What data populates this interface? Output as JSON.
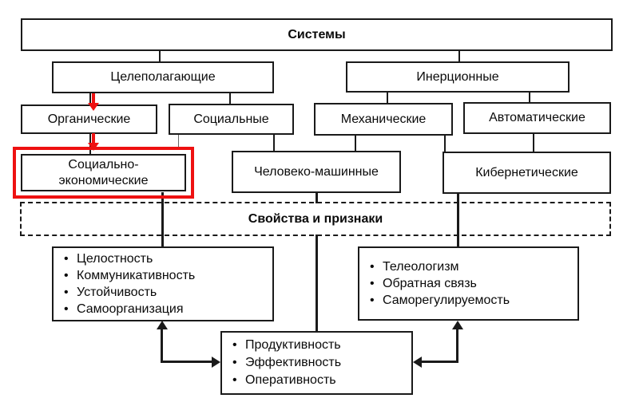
{
  "colors": {
    "accent-red": "#ee1111",
    "line": "#1a1a1a",
    "text": "#0a0a0a",
    "page-bg": "#ffffff"
  },
  "bullet": "•",
  "nodes": {
    "systems": "Системы",
    "goal_oriented": "Целеполагающие",
    "inertial": "Инерционные",
    "organic": "Органические",
    "social": "Социальные",
    "mechanical": "Механические",
    "automatic": "Автоматические",
    "socio_economic": "Социально-экономические",
    "human_machine": "Человеко-машинные",
    "cybernetic": "Кибернетические",
    "properties_header": "Свойства и признаки"
  },
  "lists": {
    "goal_properties": [
      "Целостность",
      "Коммуникативность",
      "Устойчивость",
      "Самоорганизация"
    ],
    "inertial_properties": [
      "Телеологизм",
      "Обратная связь",
      "Саморегулируемость"
    ],
    "shared_properties": [
      "Продуктивность",
      "Эффективность",
      "Оперативность"
    ]
  }
}
